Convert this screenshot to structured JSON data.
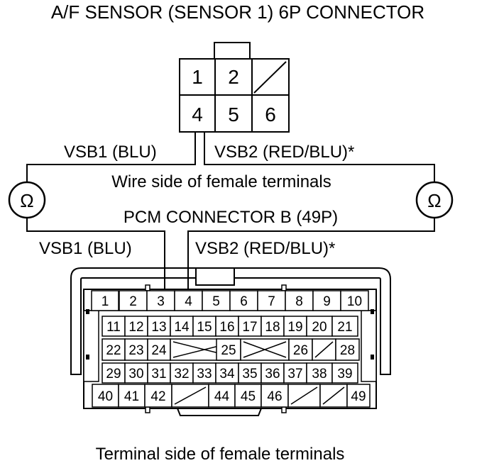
{
  "title": "A/F SENSOR (SENSOR 1) 6P CONNECTOR",
  "af_connector": {
    "pins": [
      "1",
      "2",
      "",
      "4",
      "5",
      "6"
    ],
    "wire1": "VSB1 (BLU)",
    "wire2": "VSB2 (RED/BLU)*"
  },
  "ohm_symbol": "Ω",
  "wire_side_label": "Wire side of female terminals",
  "pcm_label": "PCM CONNECTOR B (49P)",
  "pcm_wire1": "VSB1 (BLU)",
  "pcm_wire2": "VSB2 (RED/BLU)*",
  "pcm_rows": [
    [
      "1",
      "2",
      "3",
      "4",
      "5",
      "6",
      "7",
      "8",
      "9",
      "10"
    ],
    [
      "11",
      "12",
      "13",
      "14",
      "15",
      "16",
      "17",
      "18",
      "19",
      "20",
      "21"
    ],
    [
      "22",
      "23",
      "24",
      "",
      "25",
      "",
      "26",
      "",
      "28"
    ],
    [
      "29",
      "30",
      "31",
      "32",
      "33",
      "34",
      "35",
      "36",
      "37",
      "38",
      "39"
    ],
    [
      "40",
      "41",
      "42",
      "",
      "44",
      "45",
      "46",
      "",
      "",
      "49"
    ]
  ],
  "terminal_side_label": "Terminal side of female terminals"
}
